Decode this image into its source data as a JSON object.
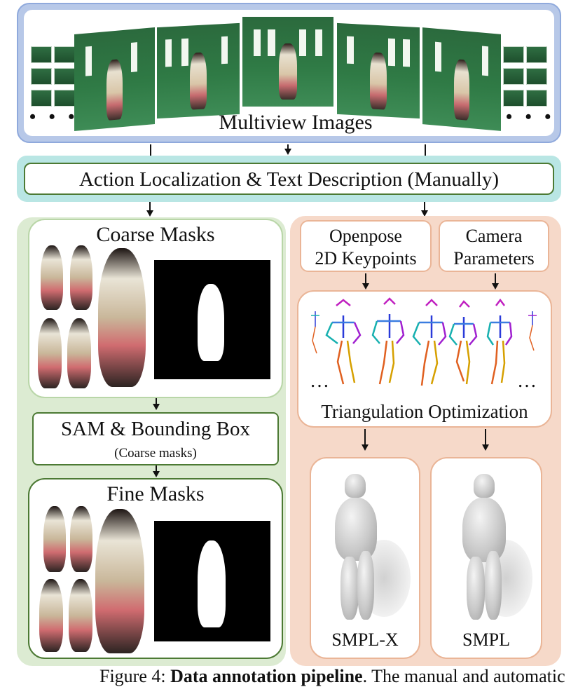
{
  "top": {
    "title": "Multiview Images",
    "ellipsis_left": "• • •",
    "ellipsis_right": "• • •"
  },
  "action_box": {
    "label": "Action Localization & Text Description (Manually)"
  },
  "left_column": {
    "coarse": {
      "title": "Coarse Masks"
    },
    "sam": {
      "title": "SAM & Bounding Box",
      "subtitle": "(Coarse masks)"
    },
    "fine": {
      "title": "Fine Masks"
    }
  },
  "right_column": {
    "openpose": {
      "line1": "Openpose",
      "line2": "2D Keypoints"
    },
    "camera": {
      "line1": "Camera",
      "line2": "Parameters"
    },
    "triangulation": {
      "title": "Triangulation Optimization",
      "ellipsis_left": "…",
      "ellipsis_right": "…"
    },
    "smplx": {
      "label": "SMPL-X"
    },
    "smpl": {
      "label": "SMPL"
    }
  },
  "caption": {
    "prefix": "Figure 4: ",
    "bold": "Data annotation pipeline",
    "suffix": ". The manual and automatic"
  },
  "colors": {
    "blue_frame": "#b7c8e8",
    "blue_border": "#7f9fd6",
    "teal_frame": "#b9e6e4",
    "green_border": "#4c7a34",
    "green_panel": "#dcebd2",
    "green_inner_border": "#b9d6a8",
    "orange_panel": "#f6d9c9",
    "orange_border": "#eab597"
  }
}
